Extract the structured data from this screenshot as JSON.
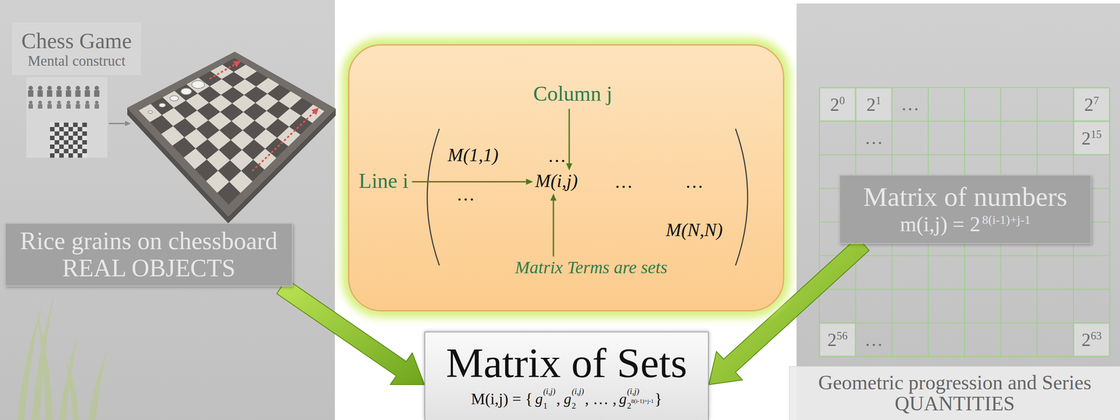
{
  "diagram": {
    "nodes": [
      {
        "text": [
          "Chess Game",
          "Mental construct"
        ]
      },
      {
        "text": [
          "Rice grains on chessboard",
          "REAL OBJECTS"
        ]
      },
      {
        "text": [
          "Column j",
          "Line i",
          "M(1,1)",
          "…",
          "…",
          "M(i,j)",
          "…",
          "…",
          "M(N,N)",
          "Matrix Terms are sets"
        ]
      },
      {
        "text": [
          "Matrix of numbers",
          "m(i,j) = 2",
          "8(i-1)+j-1"
        ]
      },
      {
        "text": [
          "Geometric progression and Series",
          "QUANTITIES"
        ]
      },
      {
        "text": [
          "Matrix of Sets",
          "M(i,j) = {",
          "g",
          "1",
          "(i,j)",
          ",",
          "g",
          "2",
          "(i,j)",
          ", … ,",
          "g",
          "2",
          "8(i-1)+j-1",
          "(i,j)",
          "}"
        ]
      }
    ],
    "edges": [
      {
        "from": 1,
        "to": 5,
        "arrow": "to"
      },
      {
        "from": 3,
        "to": 5,
        "arrow": "to"
      }
    ],
    "labels": [
      "2",
      "0",
      "2",
      "1",
      "…",
      "2",
      "7",
      "…",
      "2",
      "15",
      "2",
      "56",
      "…",
      "2",
      "63"
    ]
  }
}
